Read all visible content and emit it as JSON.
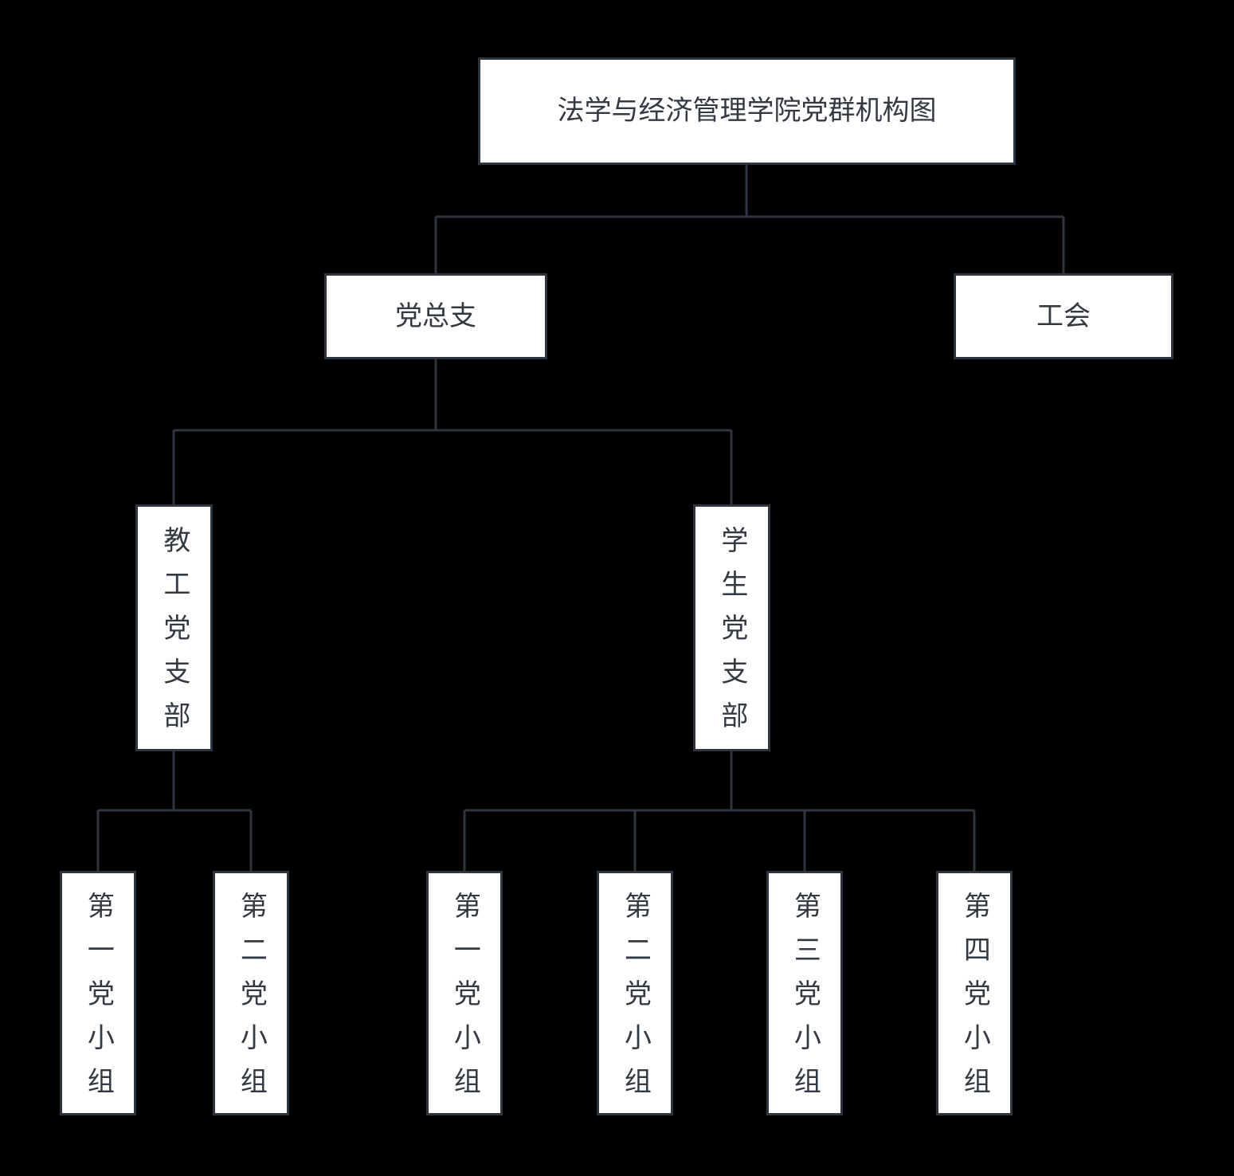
{
  "diagram": {
    "title": "法学与经济管理学院党群机构图",
    "nodes": {
      "root": {
        "label": "法学与经济管理学院党群机构图"
      },
      "party_general_branch": {
        "label": "党总支"
      },
      "labor_union": {
        "label": "工会"
      },
      "faculty_party_branch": {
        "label": "教工党支部"
      },
      "student_party_branch": {
        "label": "学生党支部"
      },
      "faculty_group_1": {
        "label": "第一党小组"
      },
      "faculty_group_2": {
        "label": "第二党小组"
      },
      "student_group_1": {
        "label": "第一党小组"
      },
      "student_group_2": {
        "label": "第二党小组"
      },
      "student_group_3": {
        "label": "第三党小组"
      },
      "student_group_4": {
        "label": "第四党小组"
      }
    },
    "colors": {
      "background": "#000000",
      "node_fill": "#ffffff",
      "node_border": "#2f353e",
      "connector": "#2f353e",
      "text": "#333a42"
    }
  }
}
